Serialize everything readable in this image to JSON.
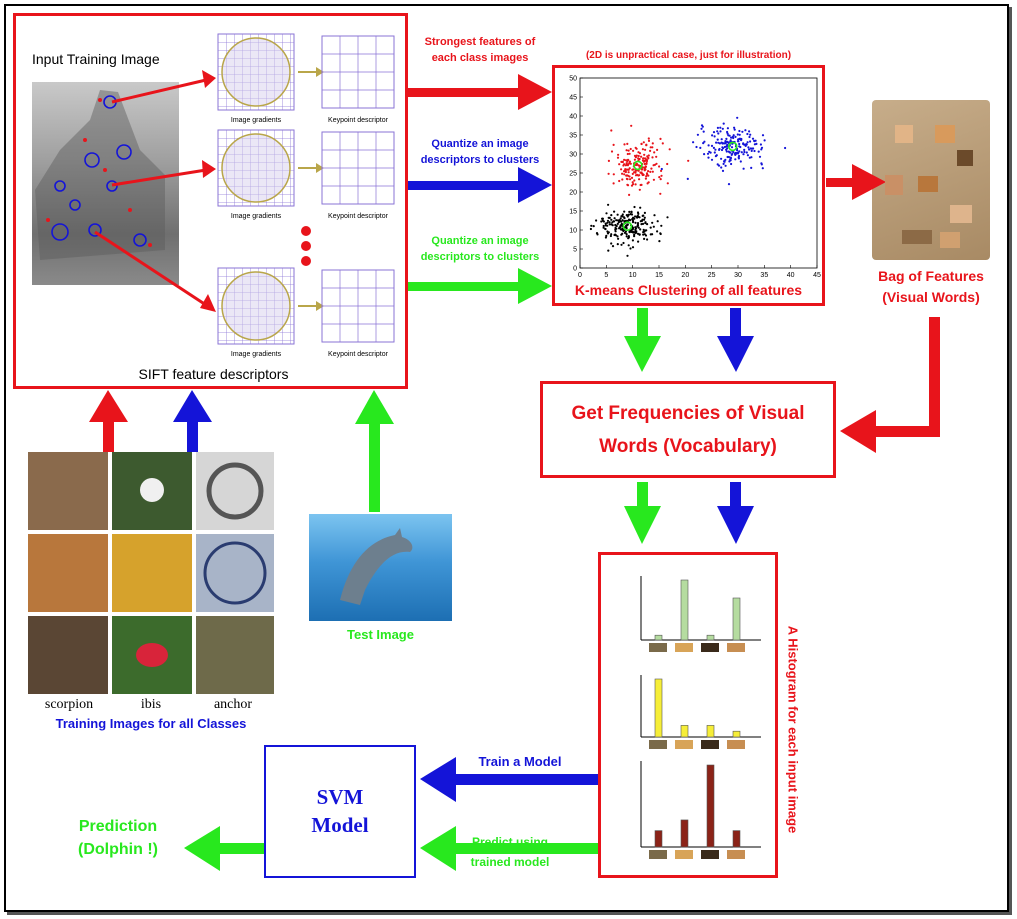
{
  "colors": {
    "red": "#e8141b",
    "blue": "#1414d8",
    "green": "#28e81e",
    "black": "#000000"
  },
  "sift": {
    "input_label": "Input Training Image",
    "caption": "SIFT feature descriptors",
    "gradients_label": "Image gradients",
    "keypoint_label": "Keypoint descriptor"
  },
  "arrows": {
    "strongest": [
      "Strongest features of",
      "each class images"
    ],
    "quantize_blue": [
      "Quantize an image",
      "descriptors to clusters"
    ],
    "quantize_green": [
      "Quantize an image",
      "descriptors to clusters"
    ],
    "train": "Train a Model",
    "predict": [
      "Predict using",
      "trained model"
    ]
  },
  "kmeans": {
    "note": "(2D is unpractical case, just for illustration)",
    "caption": "K-means Clustering of all features",
    "chart_data": {
      "type": "scatter",
      "xlim": [
        0,
        45
      ],
      "ylim": [
        0,
        50
      ],
      "xticks": [
        "0",
        "5",
        "10",
        "15",
        "20",
        "25",
        "30",
        "35",
        "40",
        "45"
      ],
      "yticks": [
        "0",
        "5",
        "10",
        "15",
        "20",
        "25",
        "30",
        "35",
        "40",
        "45",
        "50"
      ],
      "clusters": [
        {
          "color": "#e8141b",
          "center": [
            11,
            27
          ],
          "spread": [
            3.5,
            4.5
          ],
          "count": 200
        },
        {
          "color": "#1414d8",
          "center": [
            29,
            32
          ],
          "spread": [
            4.5,
            3.5
          ],
          "count": 200
        },
        {
          "color": "#000000",
          "center": [
            9,
            11
          ],
          "spread": [
            4,
            3.5
          ],
          "count": 220
        }
      ]
    }
  },
  "bag": {
    "caption": [
      "Bag of Features",
      "(Visual Words)"
    ]
  },
  "vocab": {
    "lines": [
      "Get Frequencies of Visual",
      "Words (Vocabulary)"
    ]
  },
  "histogram": {
    "label": "A Histogram for each input image",
    "charts": [
      {
        "color": "#b5dca0",
        "values": [
          0.08,
          1.0,
          0.08,
          0.7
        ]
      },
      {
        "color": "#f6ee38",
        "values": [
          1.0,
          0.2,
          0.2,
          0.1
        ]
      },
      {
        "color": "#8b2318",
        "values": [
          0.2,
          0.33,
          1.0,
          0.2
        ]
      }
    ]
  },
  "training": {
    "labels": [
      "scorpion",
      "ibis",
      "anchor"
    ],
    "caption": "Training Images for all Classes"
  },
  "test": {
    "caption": "Test Image"
  },
  "svm": {
    "lines": [
      "SVM",
      "Model"
    ]
  },
  "prediction": {
    "lines": [
      "Prediction",
      "(Dolphin !)"
    ]
  }
}
